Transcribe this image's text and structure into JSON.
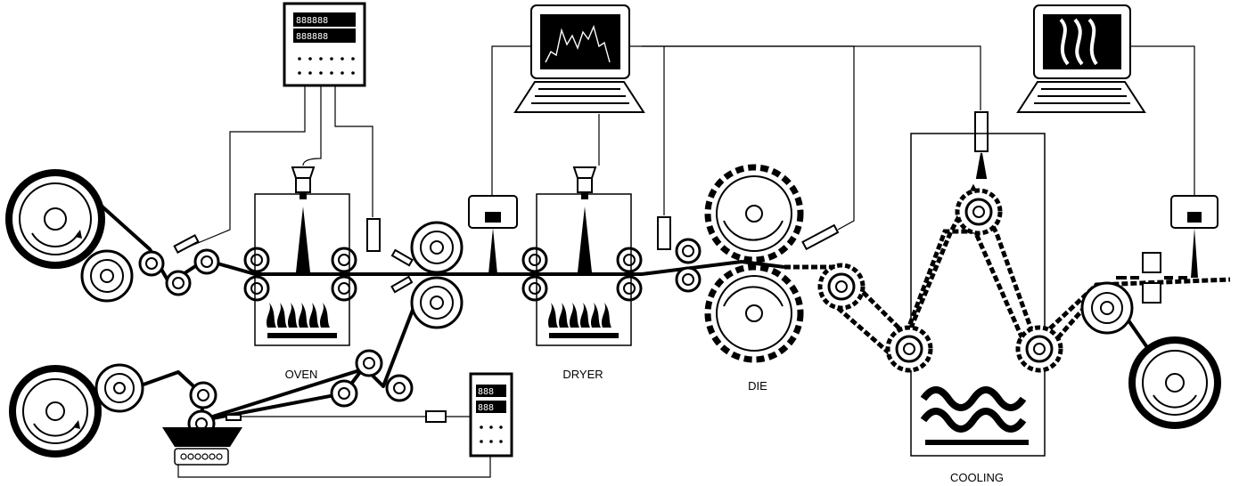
{
  "labels": {
    "oven": "OVEN",
    "dryer": "DRYER",
    "die": "DIE",
    "cooling": "COOLING"
  },
  "displays": {
    "controller_top_row1": "888888",
    "controller_top_row2": "888888",
    "controller_bottom_row1": "888",
    "controller_bottom_row2": "888"
  },
  "colors": {
    "ink": "#000000",
    "paper": "#ffffff"
  }
}
